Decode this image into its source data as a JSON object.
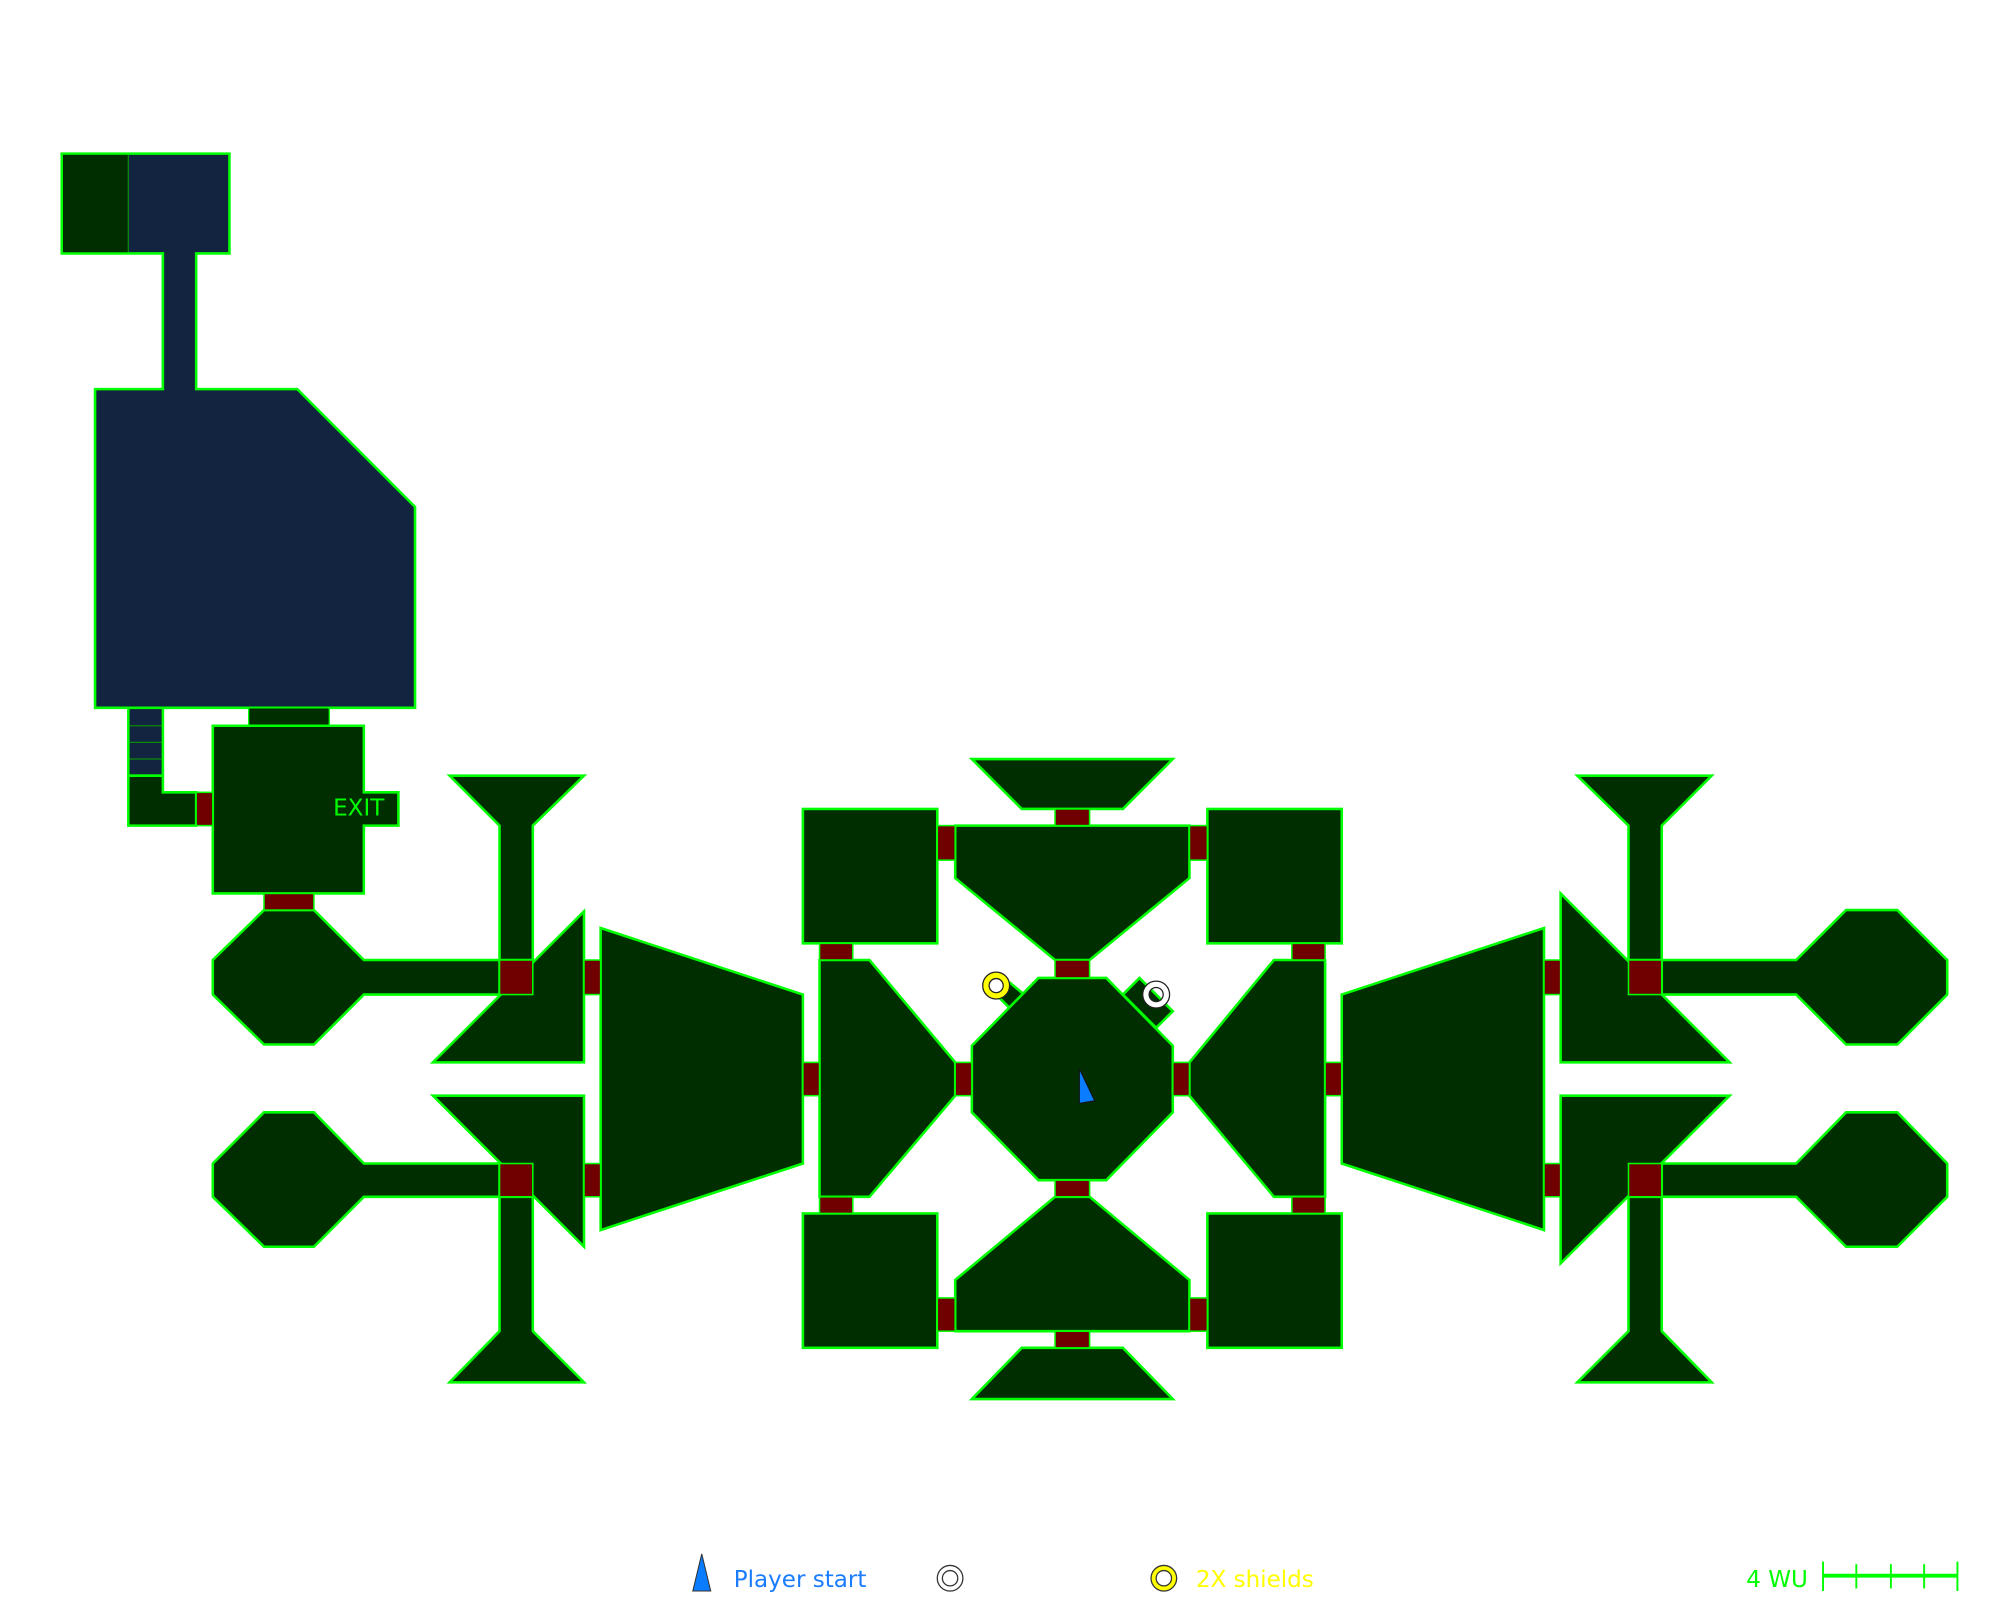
{
  "map": {
    "exit_label": "EXIT",
    "colors": {
      "room_fill": "#002e00",
      "wall": "#00ff00",
      "secret_fill": "#12243f",
      "door": "#700000",
      "player": "#0a7cff",
      "shield_item": "#ffff00",
      "other_item": "#ffffff"
    }
  },
  "legend": {
    "player_start": "Player start",
    "white_item": "",
    "shields": "2X shields",
    "scale": "4 WU",
    "scale_ticks": 4
  }
}
